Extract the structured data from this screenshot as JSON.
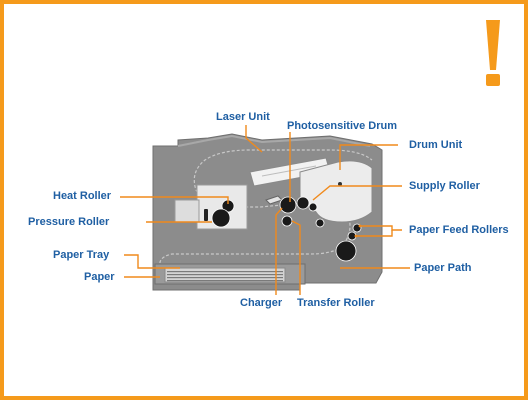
{
  "diagram": {
    "labels": {
      "laser_unit": "Laser Unit",
      "photosensitive_drum": "Photosensitive Drum",
      "drum_unit": "Drum Unit",
      "supply_roller": "Supply Roller",
      "paper_feed_rollers": "Paper Feed Rollers",
      "paper_path": "Paper Path",
      "heat_roller": "Heat Roller",
      "pressure_roller": "Pressure Roller",
      "paper_tray": "Paper Tray",
      "paper": "Paper",
      "charger": "Charger",
      "transfer_roller": "Transfer Roller"
    },
    "alert_icon": "exclamation-icon",
    "colors": {
      "frame": "#f59a1b",
      "label_text": "#1f5fa3",
      "leader_line": "#f08a1c",
      "printer_body": "#8a8a8a",
      "alert": "#f59a1b"
    }
  }
}
